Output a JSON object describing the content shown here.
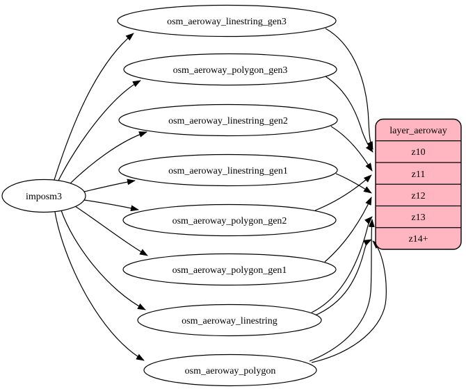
{
  "diagram": {
    "colors": {
      "background": "#ffffff",
      "stroke": "#000000",
      "table_fill": "#ffffff",
      "layer_fill": "#ffb6c1"
    },
    "source": {
      "label": "imposm3"
    },
    "tables": [
      {
        "label": "osm_aeroway_linestring_gen3"
      },
      {
        "label": "osm_aeroway_polygon_gen3"
      },
      {
        "label": "osm_aeroway_linestring_gen2"
      },
      {
        "label": "osm_aeroway_linestring_gen1"
      },
      {
        "label": "osm_aeroway_polygon_gen2"
      },
      {
        "label": "osm_aeroway_polygon_gen1"
      },
      {
        "label": "osm_aeroway_linestring"
      },
      {
        "label": "osm_aeroway_polygon"
      }
    ],
    "layer": {
      "title": "layer_aeroway",
      "rows": [
        "z10",
        "z11",
        "z12",
        "z13",
        "z14+"
      ]
    },
    "edges": [
      {
        "from": "imposm3",
        "to": "osm_aeroway_linestring_gen3"
      },
      {
        "from": "imposm3",
        "to": "osm_aeroway_polygon_gen3"
      },
      {
        "from": "imposm3",
        "to": "osm_aeroway_linestring_gen2"
      },
      {
        "from": "imposm3",
        "to": "osm_aeroway_linestring_gen1"
      },
      {
        "from": "imposm3",
        "to": "osm_aeroway_polygon_gen2"
      },
      {
        "from": "imposm3",
        "to": "osm_aeroway_polygon_gen1"
      },
      {
        "from": "imposm3",
        "to": "osm_aeroway_linestring"
      },
      {
        "from": "imposm3",
        "to": "osm_aeroway_polygon"
      },
      {
        "from": "osm_aeroway_linestring_gen3",
        "to": "layer_aeroway:z10"
      },
      {
        "from": "osm_aeroway_polygon_gen3",
        "to": "layer_aeroway:z10"
      },
      {
        "from": "osm_aeroway_linestring_gen2",
        "to": "layer_aeroway:z11"
      },
      {
        "from": "osm_aeroway_polygon_gen2",
        "to": "layer_aeroway:z11"
      },
      {
        "from": "osm_aeroway_linestring_gen1",
        "to": "layer_aeroway:z12"
      },
      {
        "from": "osm_aeroway_polygon_gen1",
        "to": "layer_aeroway:z12"
      },
      {
        "from": "osm_aeroway_linestring",
        "to": "layer_aeroway:z13"
      },
      {
        "from": "osm_aeroway_linestring",
        "to": "layer_aeroway:z14+"
      },
      {
        "from": "osm_aeroway_polygon",
        "to": "layer_aeroway:z13"
      },
      {
        "from": "osm_aeroway_polygon",
        "to": "layer_aeroway:z14+"
      }
    ]
  }
}
